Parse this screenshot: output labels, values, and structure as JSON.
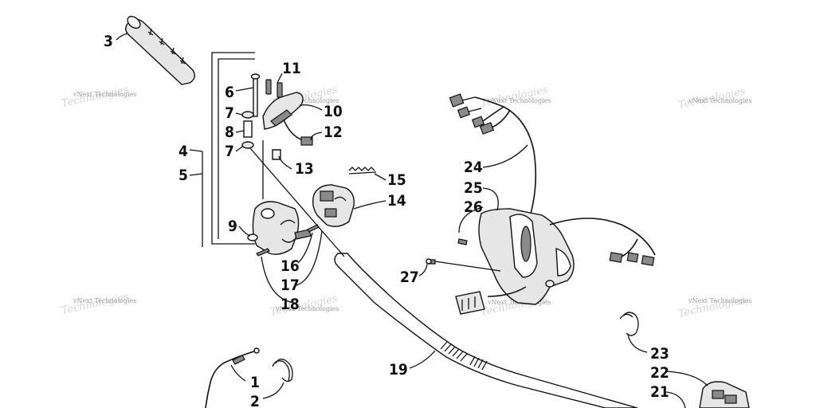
{
  "callouts": [
    "1",
    "2",
    "3",
    "4",
    "5",
    "6",
    "7",
    "7",
    "8",
    "9",
    "10",
    "11",
    "12",
    "13",
    "14",
    "15",
    "16",
    "17",
    "18",
    "19",
    "21",
    "22",
    "23",
    "24",
    "25",
    "26",
    "27"
  ],
  "watermark": {
    "small": "vNext Technologies",
    "large": "Technologies"
  },
  "colors": {
    "ink": "#111111",
    "watermark": "#9a9a9a",
    "paper": "#ffffff"
  }
}
